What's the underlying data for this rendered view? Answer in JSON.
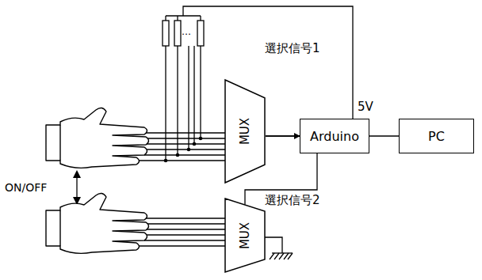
{
  "diagram": {
    "nodes": [
      {
        "text": [
          "MUX"
        ]
      },
      {
        "text": [
          "Arduino"
        ]
      },
      {
        "text": [
          "PC"
        ]
      },
      {
        "text": [
          "MUX"
        ]
      }
    ],
    "edges": [
      {
        "from": 0,
        "to": 1,
        "arrow": "to"
      },
      {
        "from": 1,
        "to": 2,
        "arrow": "none"
      },
      {
        "from": 1,
        "to": 0,
        "arrow": "none"
      },
      {
        "from": 1,
        "to": 3,
        "arrow": "none"
      }
    ],
    "labels": [
      "選択信号1",
      "5V",
      "選択信号2",
      "ON/OFF",
      "…"
    ]
  }
}
